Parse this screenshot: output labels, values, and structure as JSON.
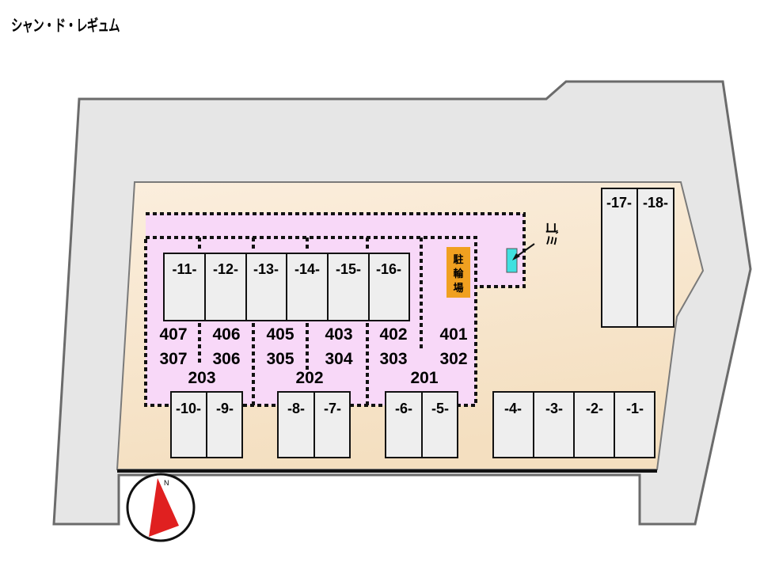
{
  "title": "シャン・ド・レギュム",
  "parking_top_row": [
    "-11-",
    "-12-",
    "-13-",
    "-14-",
    "-15-",
    "-16-"
  ],
  "parking_bottom_row": [
    "-10-",
    "-9-",
    "-8-",
    "-7-",
    "-6-",
    "-5-",
    "-4-",
    "-3-",
    "-2-",
    "-1-"
  ],
  "parking_right": [
    "-17-",
    "-18-"
  ],
  "rooms_upper": [
    "407",
    "406",
    "405",
    "403",
    "402",
    "401"
  ],
  "rooms_lower": [
    "307",
    "306",
    "305",
    "304",
    "303",
    "302"
  ],
  "building_numbers": [
    "203",
    "202",
    "201"
  ],
  "bicycle_parking": "駐輪場",
  "garbage": "ゴミ",
  "compass": "N",
  "colors": {
    "road": "#e6e6e6",
    "lot": "#f8e8cc",
    "building": "#f8d8f8",
    "parking": "#eeeeee",
    "bicycle": "#f0a020",
    "garbage_box": "#40e0e0",
    "compass_arrow": "#e02020"
  }
}
